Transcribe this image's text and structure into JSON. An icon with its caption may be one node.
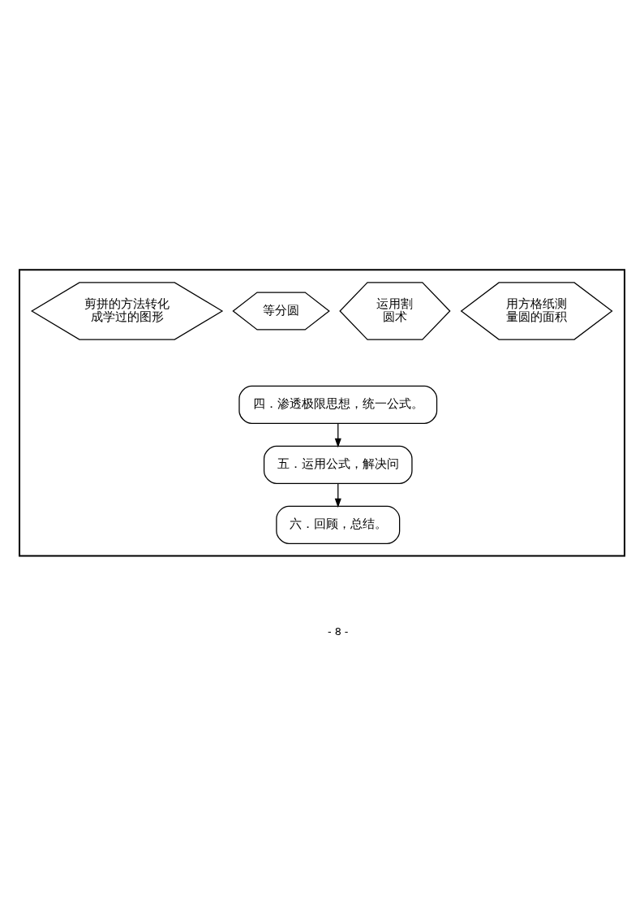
{
  "diagram": {
    "nodes": [
      {
        "text": [],
        "shape": "box"
      },
      {
        "text": [
          "用方格纸测量圆的面积"
        ],
        "in": 0
      },
      {
        "text": [
          "运用割圆术"
        ],
        "in": 0
      },
      {
        "text": [
          "等分圆"
        ],
        "in": 0
      },
      {
        "text": [
          "剪拼的方法转化成学过的图形"
        ],
        "in": 0
      },
      {
        "text": [
          "四．渗透极限思想，统一公式。"
        ],
        "in": 0
      },
      {
        "text": [
          "五．运用公式，解决问"
        ],
        "in": 0
      },
      {
        "text": [
          "六．回顾，总结。"
        ],
        "in": 0
      }
    ],
    "edges": [
      {
        "from": 5,
        "to": 6,
        "arrow": "to"
      },
      {
        "from": 6,
        "to": 7,
        "arrow": "to"
      }
    ],
    "labels": [
      "- 8 -"
    ]
  }
}
